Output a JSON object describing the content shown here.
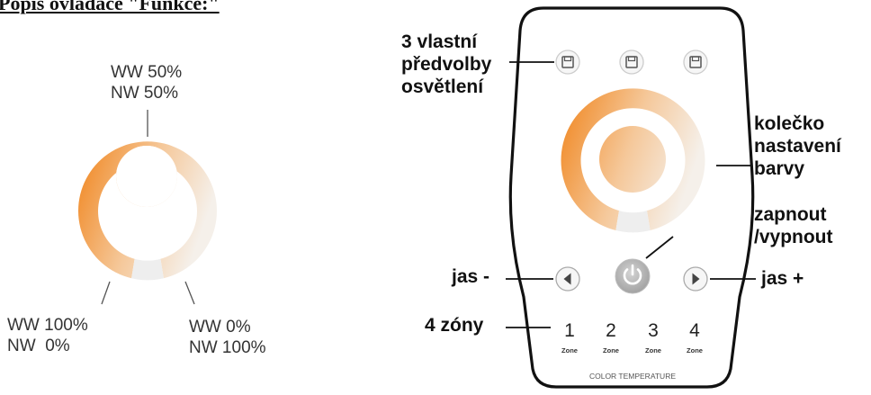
{
  "heading": "Popis ovladače \"Funkce:\"",
  "wheel": {
    "label_top": [
      "WW 50%",
      "NW 50%"
    ],
    "label_left": [
      "WW 100%",
      "NW  0%"
    ],
    "label_right": [
      "WW 0%",
      "NW 100%"
    ],
    "gradient": {
      "warm": "#f0831a",
      "mid": "#f5c89a",
      "cool": "#f5f0ea"
    }
  },
  "remote": {
    "callouts": {
      "presets": [
        "3 vlastní",
        "předvolby",
        "osvětlení"
      ],
      "wheel": [
        "kolečko",
        "nastavení",
        "barvy"
      ],
      "power": [
        "zapnout",
        "/vypnout"
      ],
      "brightness_down": "jas -",
      "brightness_up": "jas +",
      "zones": "4 zóny"
    },
    "zones": [
      {
        "number": "1",
        "caption": "Zone"
      },
      {
        "number": "2",
        "caption": "Zone"
      },
      {
        "number": "3",
        "caption": "Zone"
      },
      {
        "number": "4",
        "caption": "Zone"
      }
    ],
    "footer": "COLOR TEMPERATURE",
    "icons": {
      "preset": "save-icon",
      "power": "power-icon",
      "left": "arrow-left-icon",
      "right": "arrow-right-icon"
    }
  }
}
